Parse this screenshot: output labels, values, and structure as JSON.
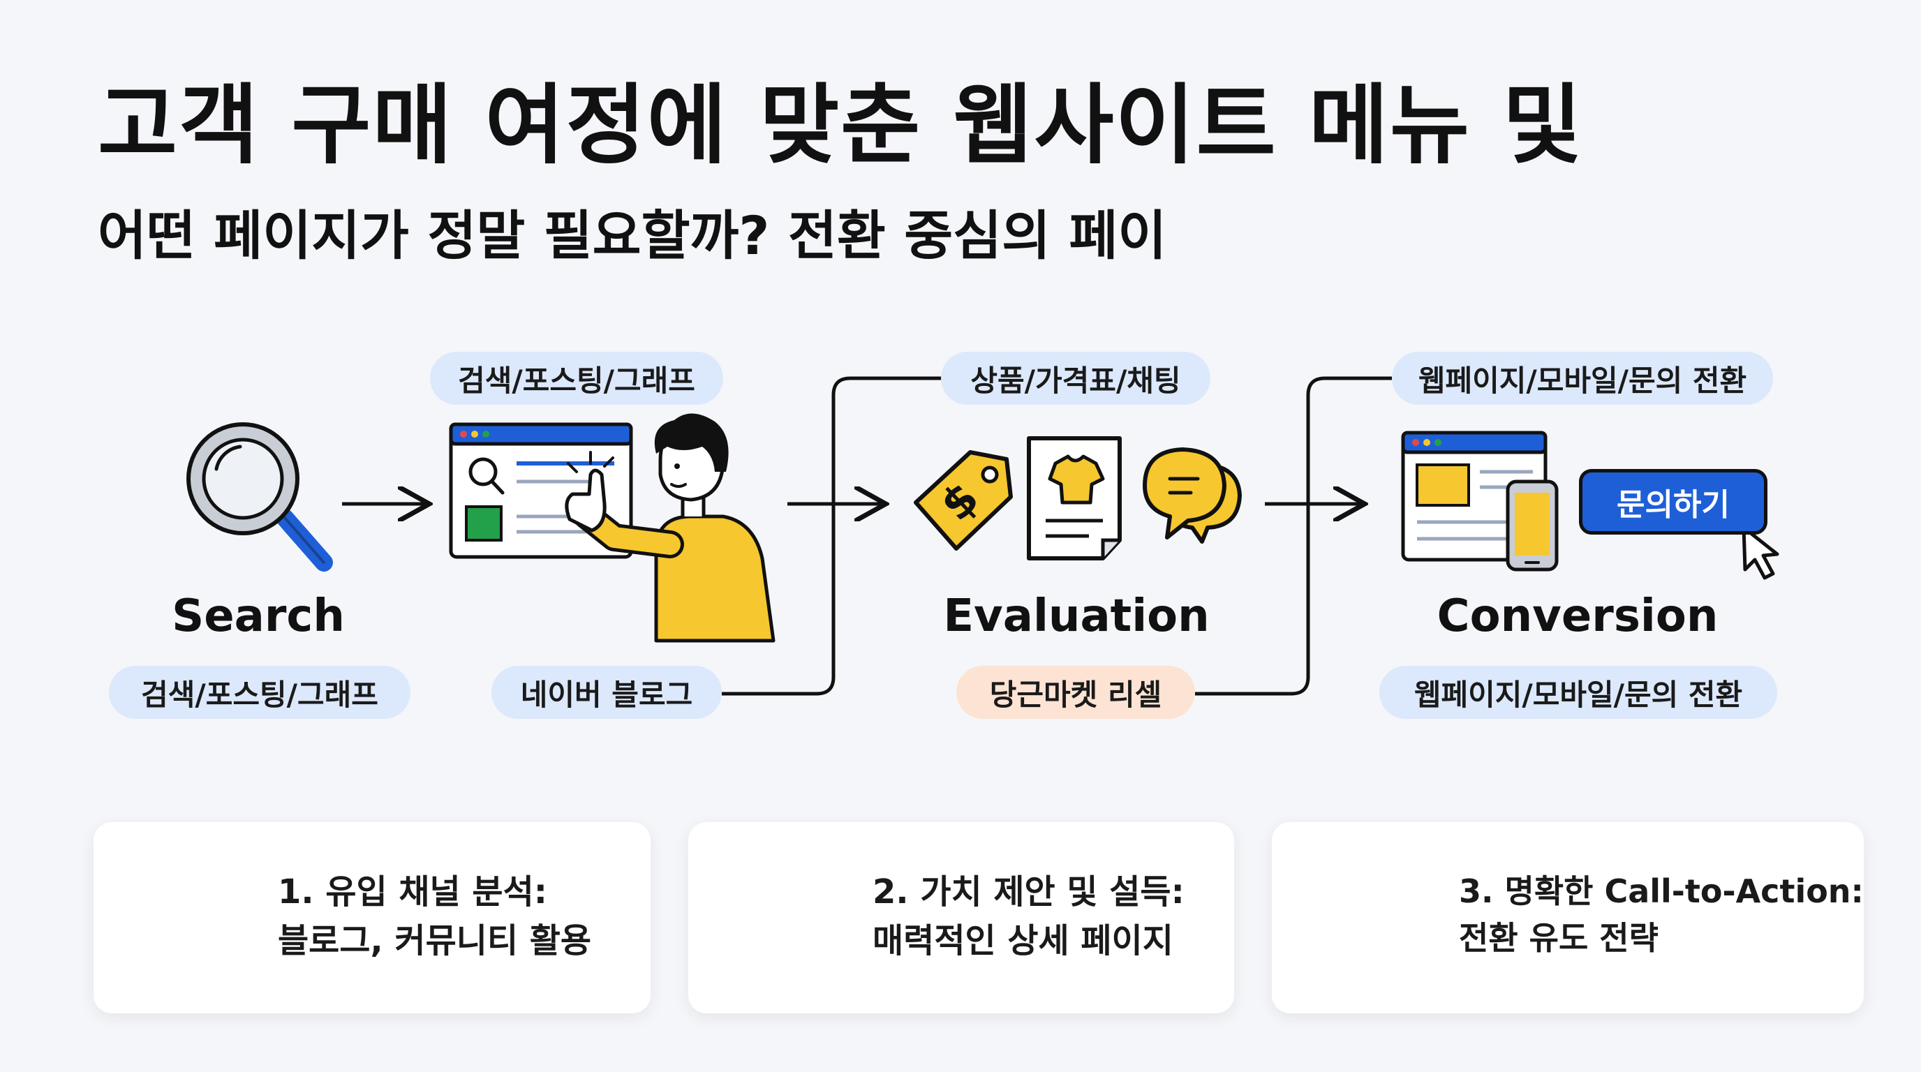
{
  "header": {
    "title": "고객 구매 여정에 맞춘 웹사이트 메뉴 및",
    "subtitle": "어떤 페이지가 정말 필요할까? 전환 중심의 페이"
  },
  "stages": [
    {
      "label": "Search",
      "top_tag": "검색/포스팅/그래프",
      "bottom_tags": [
        "검색/포스팅/그래프",
        "네이버 블로그"
      ]
    },
    {
      "label": "Evaluation",
      "top_tag": "상품/가격표/채팅",
      "bottom_tags": [
        "당근마켓 리셀"
      ]
    },
    {
      "label": "Conversion",
      "top_tag": "웹페이지/모바일/문의 전환",
      "bottom_tags": [
        "웹페이지/모바일/문의 전환"
      ],
      "cta_button": "문의하기"
    }
  ],
  "icons": {
    "search": [
      "magnifier-icon",
      "browser-search-window-icon",
      "person-pointing-icon"
    ],
    "evaluation": [
      "price-tag-icon",
      "product-sheet-icon",
      "chat-bubbles-icon"
    ],
    "conversion": [
      "webpage-icon",
      "mobile-phone-icon",
      "cursor-icon"
    ],
    "cards": [
      "map-icon",
      "balance-scale-icon",
      "cta-layout-icon"
    ]
  },
  "cards": [
    {
      "line1": "1. 유입 채널 분석:",
      "line2": "블로그, 커뮤니티 활용"
    },
    {
      "line1": "2. 가치 제안 및 설득:",
      "line2": "매력적인 상세 페이지"
    },
    {
      "line1": "3. 명확한 Call-to-Action:",
      "line2": "전환 유도 전략"
    }
  ],
  "colors": {
    "background": "#f5f6f9",
    "accent_blue": "#1e5fd8",
    "accent_yellow": "#f6c72e",
    "tag_blue": "#dce8fb",
    "tag_orange": "#fce3d3",
    "accent_green": "#22a04a"
  }
}
